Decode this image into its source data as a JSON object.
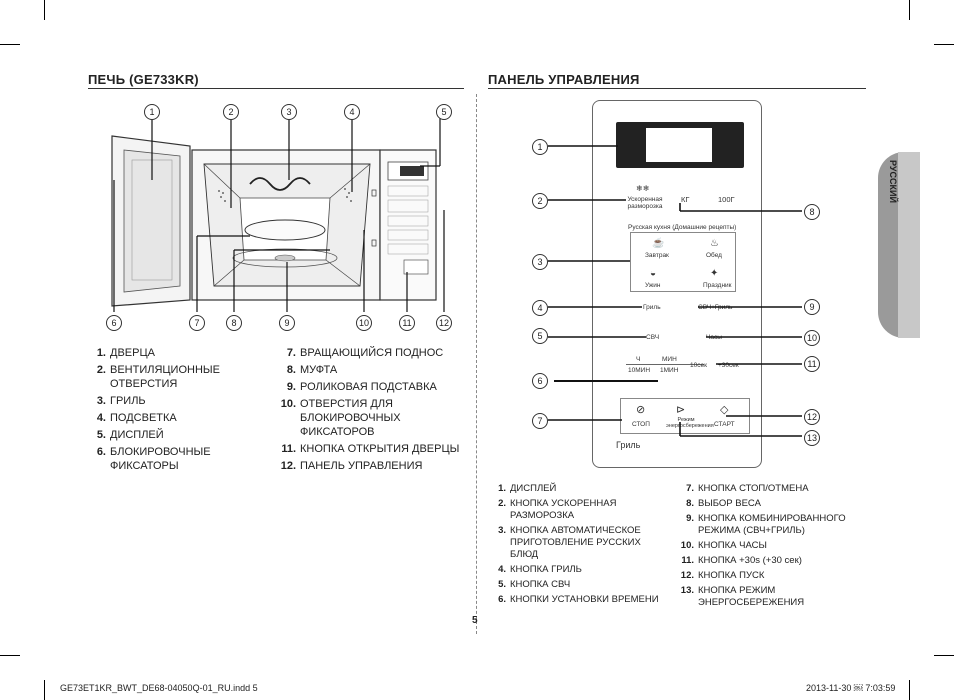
{
  "left": {
    "title": "ПЕЧЬ (GE733KR)",
    "callouts_top": [
      "1",
      "2",
      "3",
      "4",
      "5"
    ],
    "callouts_bottom": [
      "6",
      "7",
      "8",
      "9",
      "10",
      "11",
      "12"
    ],
    "legend_col1": [
      {
        "num": "1.",
        "text": "ДВЕРЦА"
      },
      {
        "num": "2.",
        "text": "ВЕНТИЛЯЦИОННЫЕ ОТВЕРСТИЯ"
      },
      {
        "num": "3.",
        "text": "ГРИЛЬ"
      },
      {
        "num": "4.",
        "text": "ПОДСВЕТКА"
      },
      {
        "num": "5.",
        "text": "ДИСПЛЕЙ"
      },
      {
        "num": "6.",
        "text": "БЛОКИРОВОЧНЫЕ ФИКСАТОРЫ"
      }
    ],
    "legend_col2": [
      {
        "num": "7.",
        "text": "ВРАЩАЮЩИЙСЯ ПОДНОС"
      },
      {
        "num": "8.",
        "text": "МУФТА"
      },
      {
        "num": "9.",
        "text": "РОЛИКОВАЯ ПОДСТАВКА"
      },
      {
        "num": "10.",
        "text": "ОТВЕРСТИЯ ДЛЯ БЛОКИРОВОЧНЫХ ФИКСАТОРОВ"
      },
      {
        "num": "11.",
        "text": "КНОПКА ОТКРЫТИЯ ДВЕРЦЫ"
      },
      {
        "num": "12.",
        "text": "ПАНЕЛЬ УПРАВЛЕНИЯ"
      }
    ]
  },
  "right": {
    "title": "ПАНЕЛЬ УПРАВЛЕНИЯ",
    "callouts_left": [
      "1",
      "2",
      "3",
      "4",
      "5",
      "6",
      "7"
    ],
    "callouts_right": [
      "8",
      "9",
      "10",
      "11",
      "12",
      "13"
    ],
    "panel": {
      "defrost_label": "Ускоренная разморозка",
      "kg": "КГ",
      "g100": "100Г",
      "russian_cuisine": "Русская кухня (Домашние рецепты)",
      "breakfast": "Завтрак",
      "lunch": "Обед",
      "dinner": "Ужин",
      "holiday": "Праздник",
      "grill": "Гриль",
      "mw_grill": "СВЧ+Гриль",
      "mw": "СВЧ",
      "clock": "Часы",
      "hour": "Ч",
      "min10": "10МИН",
      "min": "МИН",
      "min1": "1МИН",
      "sec10": "10сек",
      "sec30": "+30сек",
      "stop": "СТОП",
      "eco": "Режим энергосбережения",
      "start": "СТАРТ",
      "grill_bottom": "Гриль"
    },
    "legend_col1": [
      {
        "num": "1.",
        "text": "ДИСПЛЕЙ"
      },
      {
        "num": "2.",
        "text": "КНОПКА УСКОРЕННАЯ РАЗМОРОЗКА"
      },
      {
        "num": "3.",
        "text": "КНОПКА АВТОМАТИЧЕСКОЕ ПРИГОТОВЛЕНИЕ РУССКИХ БЛЮД"
      },
      {
        "num": "4.",
        "text": "КНОПКА ГРИЛЬ"
      },
      {
        "num": "5.",
        "text": "КНОПКА СВЧ"
      },
      {
        "num": "6.",
        "text": "КНОПКИ УСТАНОВКИ ВРЕМЕНИ"
      }
    ],
    "legend_col2": [
      {
        "num": "7.",
        "text": "КНОПКА СТОП/ОТМЕНА"
      },
      {
        "num": "8.",
        "text": "ВЫБОР ВЕСА"
      },
      {
        "num": "9.",
        "text": "КНОПКА КОМБИНИРОВАННОГО РЕЖИМА (СВЧ+ГРИЛЬ)"
      },
      {
        "num": "10.",
        "text": "КНОПКА ЧАСЫ"
      },
      {
        "num": "11.",
        "text": "КНОПКА +30s (+30 сек)"
      },
      {
        "num": "12.",
        "text": "КНОПКА ПУСК"
      },
      {
        "num": "13.",
        "text": "КНОПКА РЕЖИМ ЭНЕРГОСБЕРЕЖЕНИЯ"
      }
    ]
  },
  "side_tab": "РУССКИЙ",
  "page_number": "5",
  "footer": {
    "file": "GE73ET1KR_BWT_DE68-04050Q-01_RU.indd   5",
    "date": "2013-11-30   ￼ 7:03:59"
  }
}
